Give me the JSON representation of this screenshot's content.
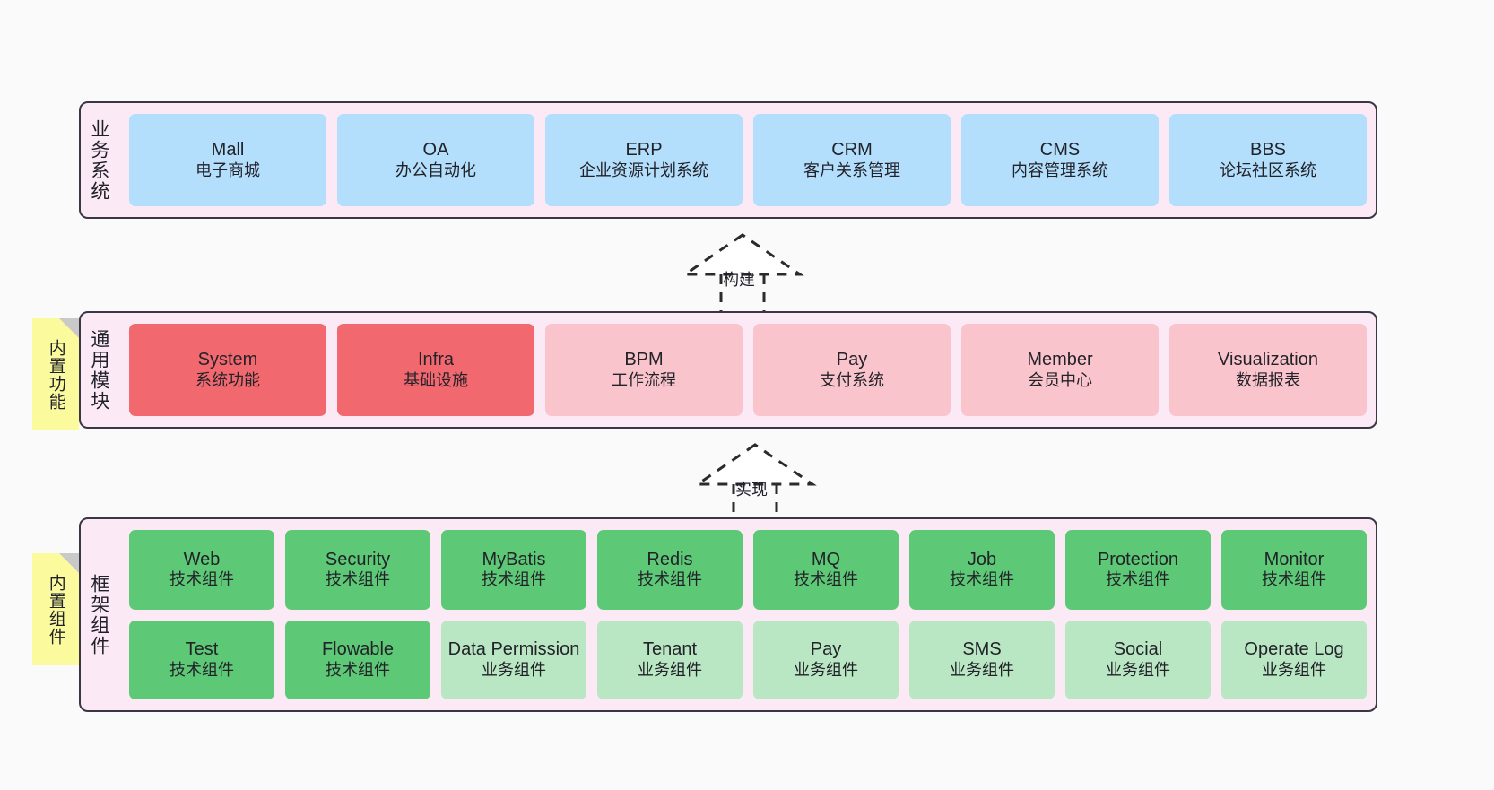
{
  "diagram": {
    "layers": [
      {
        "id": "business-systems",
        "title": "业务系统",
        "rows": [
          {
            "style": "blue",
            "cards": [
              {
                "en": "Mall",
                "cn": "电子商城"
              },
              {
                "en": "OA",
                "cn": "办公自动化"
              },
              {
                "en": "ERP",
                "cn": "企业资源计划系统"
              },
              {
                "en": "CRM",
                "cn": "客户关系管理"
              },
              {
                "en": "CMS",
                "cn": "内容管理系统"
              },
              {
                "en": "BBS",
                "cn": "论坛社区系统"
              }
            ]
          }
        ]
      },
      {
        "id": "common-modules",
        "title": "通用模块",
        "sticky": "内置功能",
        "rows": [
          {
            "style": "mixed",
            "cards": [
              {
                "en": "System",
                "cn": "系统功能",
                "style": "red"
              },
              {
                "en": "Infra",
                "cn": "基础设施",
                "style": "red"
              },
              {
                "en": "BPM",
                "cn": "工作流程",
                "style": "pink-light"
              },
              {
                "en": "Pay",
                "cn": "支付系统",
                "style": "pink-light"
              },
              {
                "en": "Member",
                "cn": "会员中心",
                "style": "pink-light"
              },
              {
                "en": "Visualization",
                "cn": "数据报表",
                "style": "pink-light"
              }
            ]
          }
        ]
      },
      {
        "id": "framework-components",
        "title": "框架组件",
        "sticky": "内置组件",
        "rows": [
          {
            "style": "green",
            "cards": [
              {
                "en": "Web",
                "cn": "技术组件"
              },
              {
                "en": "Security",
                "cn": "技术组件"
              },
              {
                "en": "MyBatis",
                "cn": "技术组件"
              },
              {
                "en": "Redis",
                "cn": "技术组件"
              },
              {
                "en": "MQ",
                "cn": "技术组件"
              },
              {
                "en": "Job",
                "cn": "技术组件"
              },
              {
                "en": "Protection",
                "cn": "技术组件"
              },
              {
                "en": "Monitor",
                "cn": "技术组件"
              }
            ]
          },
          {
            "style": "green-light",
            "cards": [
              {
                "en": "Test",
                "cn": "技术组件",
                "style": "green"
              },
              {
                "en": "Flowable",
                "cn": "技术组件",
                "style": "green"
              },
              {
                "en": "Data Permission",
                "cn": "业务组件",
                "wrap": true
              },
              {
                "en": "Tenant",
                "cn": "业务组件"
              },
              {
                "en": "Pay",
                "cn": "业务组件"
              },
              {
                "en": "SMS",
                "cn": "业务组件"
              },
              {
                "en": "Social",
                "cn": "业务组件"
              },
              {
                "en": "Operate Log",
                "cn": "业务组件"
              }
            ]
          }
        ]
      }
    ],
    "connectors": [
      {
        "id": "build",
        "label": "构建"
      },
      {
        "id": "implement",
        "label": "实现"
      }
    ],
    "colors": {
      "panel_background": "#fbeaf5",
      "panel_border": "#3b3645",
      "blue": "#b3dffc",
      "red": "#f2686f",
      "pink_light": "#fac4cd",
      "green": "#5dc876",
      "green_light": "#b9e7c3",
      "sticky_yellow": "#fbfb9e",
      "sticky_fold": "#c9c9c9",
      "canvas": "#fafafa"
    }
  }
}
